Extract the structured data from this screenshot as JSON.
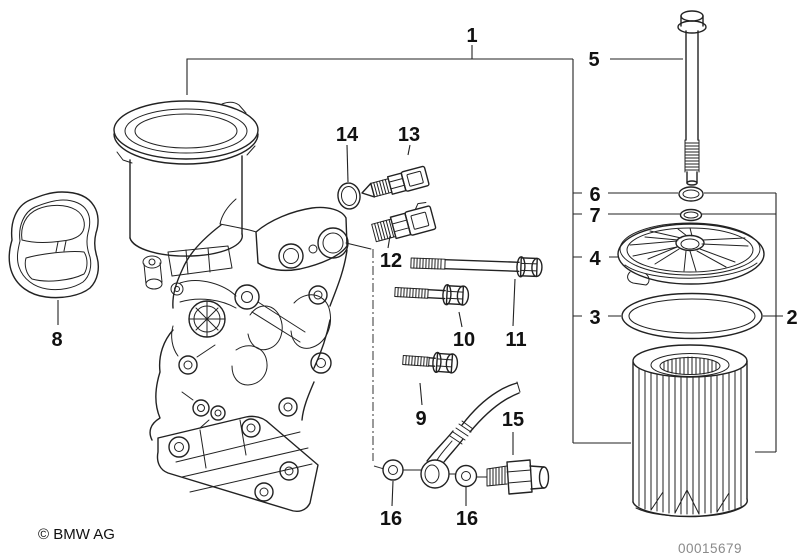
{
  "meta": {
    "copyright": "© BMW AG",
    "plate_number": "00015679"
  },
  "colors": {
    "background": "#ffffff",
    "line": "#222222",
    "plate_text": "#8a8a8a"
  },
  "callouts": {
    "c1": "1",
    "c2": "2",
    "c3": "3",
    "c4": "4",
    "c5": "5",
    "c6": "6",
    "c7": "7",
    "c8": "8",
    "c9": "9",
    "c10": "10",
    "c11": "11",
    "c12": "12",
    "c13": "13",
    "c14": "14",
    "c15": "15",
    "c16a": "16",
    "c16b": "16"
  }
}
